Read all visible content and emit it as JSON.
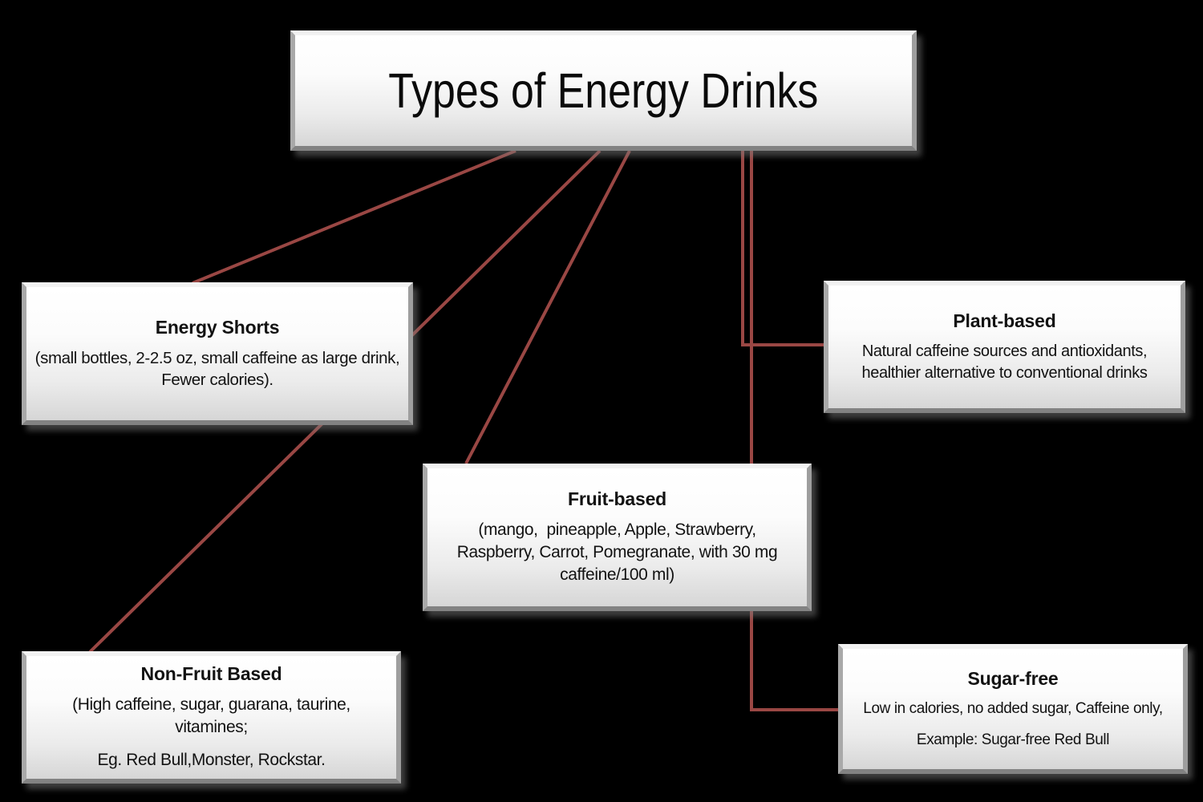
{
  "title": "Types of Energy Drinks",
  "colors": {
    "background": "#000000",
    "connector": "#9a4744",
    "box_gradient_top": "#ffffff",
    "box_gradient_bottom": "#d6d6d6",
    "text": "#121212"
  },
  "nodes": [
    {
      "id": "energy-shorts",
      "title": "Energy Shorts",
      "body": [
        "(small bottles, 2-2.5 oz, small caffeine as large drink, Fewer calories)."
      ]
    },
    {
      "id": "plant-based",
      "title": "Plant-based",
      "body": [
        "Natural caffeine sources and antioxidants, healthier alternative to conventional drinks"
      ]
    },
    {
      "id": "fruit-based",
      "title": "Fruit-based",
      "body": [
        "(mango,  pineapple, Apple, Strawberry, Raspberry, Carrot, Pomegranate, with 30 mg caffeine/100 ml)"
      ]
    },
    {
      "id": "non-fruit-based",
      "title": "Non-Fruit Based",
      "body": [
        "(High caffeine, sugar, guarana, taurine, vitamines;",
        "Eg. Red Bull,Monster, Rockstar."
      ]
    },
    {
      "id": "sugar-free",
      "title": "Sugar-free",
      "body": [
        "Low in calories, no added sugar, Caffeine only,",
        "Example: Sugar-free Red Bull"
      ]
    }
  ],
  "edges": [
    {
      "from": "title",
      "to": "energy-shorts"
    },
    {
      "from": "title",
      "to": "non-fruit-based"
    },
    {
      "from": "title",
      "to": "fruit-based"
    },
    {
      "from": "title",
      "to": "plant-based"
    },
    {
      "from": "title",
      "to": "sugar-free"
    }
  ]
}
